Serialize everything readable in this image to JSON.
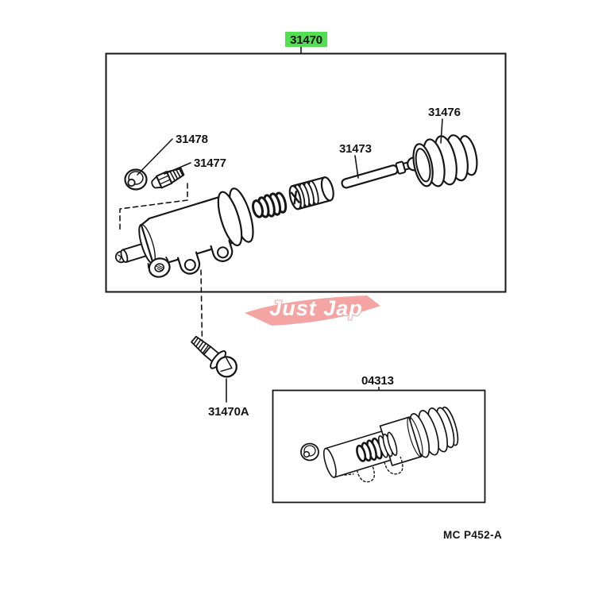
{
  "labels": {
    "assembly": "31470",
    "cap": "31478",
    "bleeder_screw": "31477",
    "push_rod": "31473",
    "boot": "31476",
    "mounting_bolt": "31470A",
    "repair_kit": "04313",
    "plate_code": "MC P452-A"
  },
  "watermark": {
    "text": "Just Jap"
  },
  "colors": {
    "highlight_bg": "#52df52",
    "line": "#161616",
    "watermark_pink": "#f4a5a3",
    "watermark_text": "#ffffff",
    "background": "#ffffff"
  }
}
